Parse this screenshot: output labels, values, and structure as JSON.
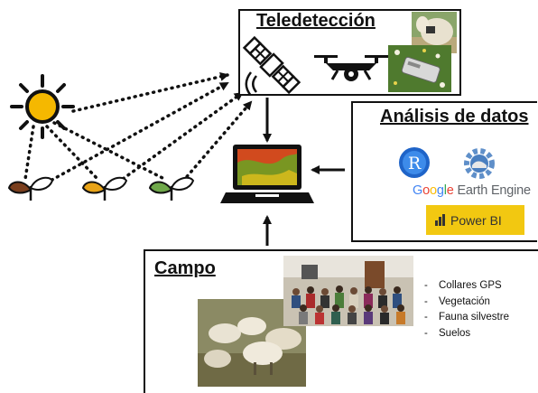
{
  "panels": {
    "remote_sensing": {
      "title": "Teledetección"
    },
    "data_analysis": {
      "title": "Análisis de datos",
      "tools": {
        "r_logo": "R",
        "google_prefix": [
          "G",
          "o",
          "o",
          "g",
          "l",
          "e"
        ],
        "google_suffix": " Earth Engine",
        "powerbi": "Power BI"
      }
    },
    "field": {
      "title": "Campo",
      "list_marker": "-",
      "items": [
        "Collares GPS",
        "Vegetación",
        "Fauna silvestre",
        "Suelos"
      ]
    }
  },
  "colors": {
    "sun": "#f5b800",
    "plant_left": "#7a3e1d",
    "plant_middle": "#e8a317",
    "plant_right": "#6fa84a",
    "powerbi_bg": "#f2c811"
  }
}
